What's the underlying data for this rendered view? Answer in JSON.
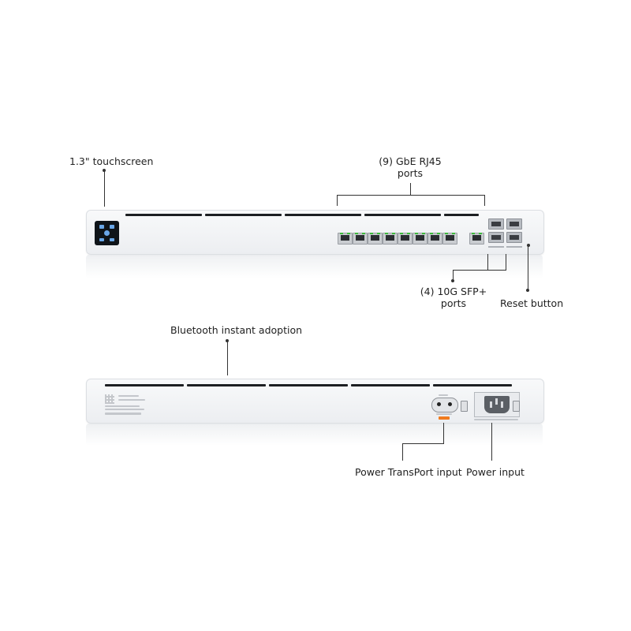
{
  "labels": {
    "touchscreen": "1.3\" touchscreen",
    "rj45_count": "(9) GbE RJ45",
    "rj45_ports": "ports",
    "sfp_count": "(4) 10G SFP+",
    "sfp_ports": "ports",
    "reset": "Reset button",
    "bluetooth": "Bluetooth instant adoption",
    "power_transport": "Power TransPort input",
    "power": "Power input"
  },
  "colors": {
    "device_body": "#eceef1",
    "vent": "#1d1f22",
    "port_led": "#3dbb3d",
    "transport_badge": "#f07b1e"
  },
  "icons": {
    "front_screen": "touchscreen-display",
    "reset": "reset-pinhole",
    "power_transport": "power-transport-inlet",
    "power": "iec-c14-inlet"
  }
}
